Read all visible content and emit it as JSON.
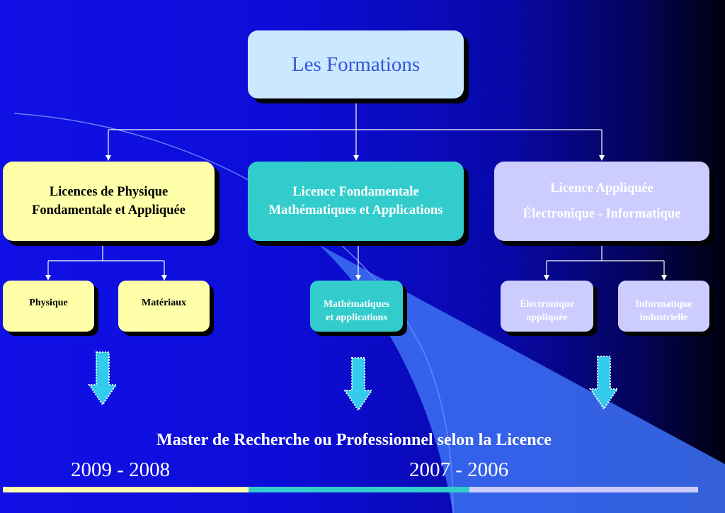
{
  "root": {
    "label": "Les Formations"
  },
  "licences": [
    {
      "line1": "Licences de Physique",
      "line2": "Fondamentale et  Appliquée"
    },
    {
      "line1": "Licence Fondamentale",
      "line2": "Mathématiques et Applications"
    },
    {
      "line1": "Licence Appliquée",
      "line2": "Électronique - Informatique"
    }
  ],
  "specialties": [
    {
      "line1": "Physique"
    },
    {
      "line1": "Matériaux"
    },
    {
      "line1": "Mathématiques",
      "line2": "et applications"
    },
    {
      "line1": "Électronique",
      "line2": "appliquée"
    },
    {
      "line1": "Informatique",
      "line2": "industrielle"
    }
  ],
  "footer": {
    "title": "Master de Recherche ou Professionnel selon la Licence",
    "year_left": "2009 - 2008",
    "year_right": "2007 - 2006"
  },
  "colors": {
    "root": "#cce8ff",
    "physique": "#ffffaa",
    "maths": "#33cccc",
    "info": "#ccccff",
    "arrow": "#33ccee"
  }
}
